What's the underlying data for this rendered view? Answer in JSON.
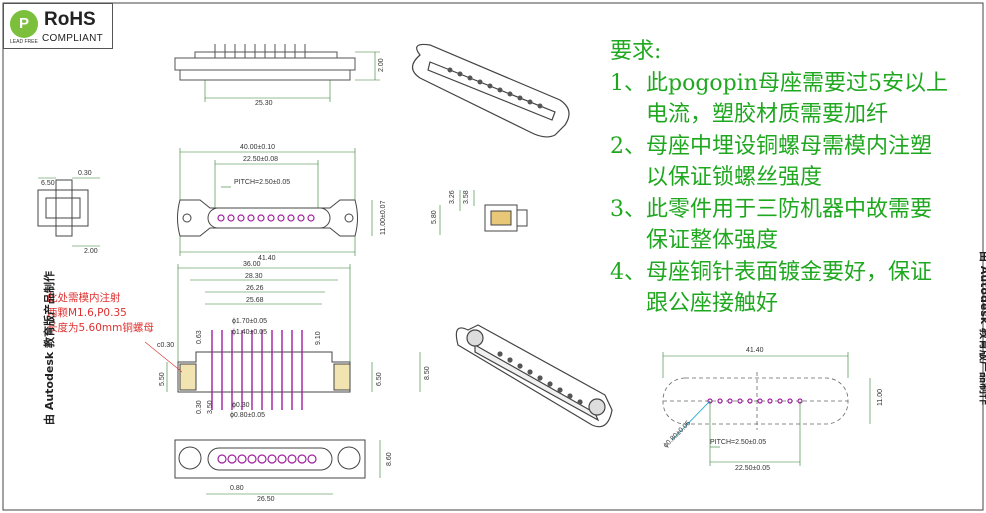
{
  "logo": {
    "badge": "P",
    "title": "RoHS",
    "subtitle": "COMPLIANT",
    "small_text": "LEAD FREE"
  },
  "requirements": {
    "heading": "要求:",
    "items": [
      {
        "num": "1、",
        "text": "此pogopin母座需要过5安以上",
        "cont": "电流，塑胶材质需要加纤"
      },
      {
        "num": "2、",
        "text": "母座中埋设铜螺母需模内注塑",
        "cont": "以保证锁螺丝强度"
      },
      {
        "num": "3、",
        "text": "此零件用于三防机器中故需要",
        "cont": "保证整体强度"
      },
      {
        "num": "4、",
        "text": "母座铜针表面镀金要好，保证",
        "cont": "跟公座接触好"
      }
    ]
  },
  "note": {
    "lines": [
      "此处需模内注射",
      "两颗M1.6,P0.35",
      "长度为5.60mm铜螺母"
    ]
  },
  "watermark": {
    "text": "由 Autodesk 教育版产品制作"
  },
  "dims": {
    "top_width": "25.30",
    "top_height": "2.00",
    "overall": "40.00±0.10",
    "pin_span": "22.50±0.08",
    "pitch": "PITCH=2.50±0.05",
    "body_w": "41.40",
    "body_h": "11.00±0.07",
    "side_a": "6.50",
    "side_b": "0.30",
    "side_c": "2.00",
    "mini_a": "3.26",
    "mini_b": "3.58",
    "mini_c": "5.80",
    "sec_36": "36.00",
    "sec_2830": "28.30",
    "sec_2626": "26.26",
    "sec_2568": "25.68",
    "sec_d170": "ϕ1.70±0.05",
    "sec_d140": "ϕ1.40±0.05",
    "sec_c030": "c0.30",
    "sec_063": "0.63",
    "sec_910": "9.10",
    "sec_550a": "5.50",
    "sec_650": "6.50",
    "sec_850": "8.50",
    "sec_d030": "ϕ0.30",
    "sec_d080": "ϕ0.80±0.05",
    "sec_030": "0.30",
    "sec_350": "3.50",
    "bot_860": "8.60",
    "bot_080": "0.80",
    "bot_2650": "26.50",
    "r_4140": "41.40",
    "r_1100": "11.00",
    "r_pitch": "PITCH=2.50±0.05",
    "r_2250": "22.50±0.05",
    "r_d080": "ϕ0.80±0.05"
  },
  "colors": {
    "outline": "#555555",
    "dimension": "#2d7d2d",
    "leader": "#00a0c8",
    "pins": "#a020a0",
    "requirement_text": "#1fa81f",
    "note_text": "#e03030"
  }
}
